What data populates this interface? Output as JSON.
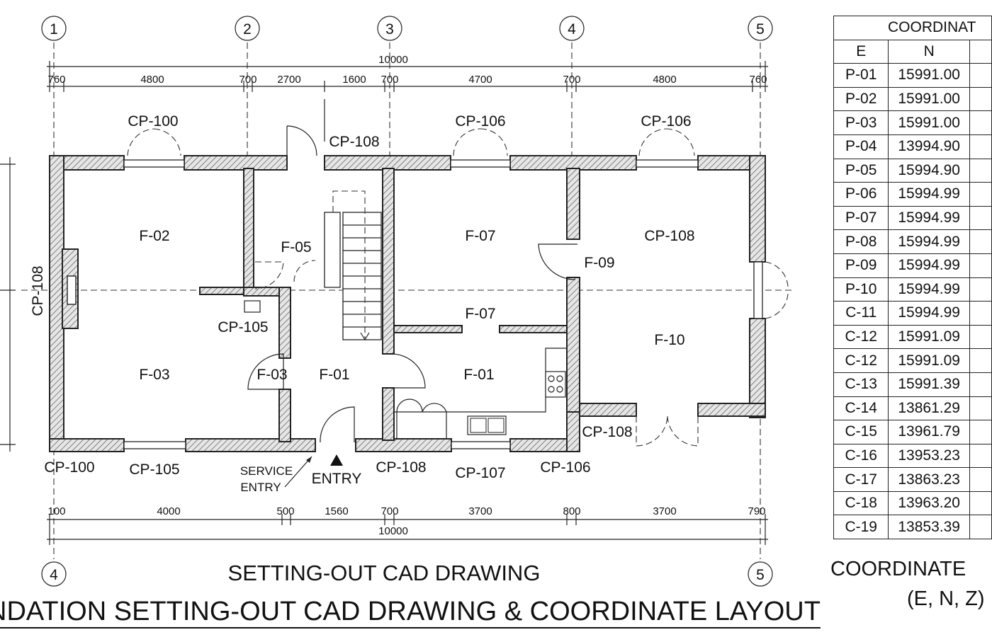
{
  "drawing": {
    "grid_top": [
      "1",
      "2",
      "3",
      "4",
      "5"
    ],
    "grid_bottom": [
      "4",
      "5"
    ],
    "overall_top": "10000",
    "overall_bottom": "10000",
    "dims_top": [
      "760",
      "4800",
      "700",
      "2700",
      "1600",
      "700",
      "4700",
      "700",
      "4800",
      "760"
    ],
    "dims_bottom": [
      "100",
      "4000",
      "500",
      "1560",
      "700",
      "3700",
      "800",
      "3700",
      "790"
    ],
    "rooms": {
      "f02": "F-02",
      "f03": "F-03",
      "f03b": "F-03",
      "f01a": "F-01",
      "f01b": "F-01",
      "f05": "F-05",
      "f07a": "F-07",
      "f07b": "F-07",
      "f09": "F-09",
      "f10": "F-10",
      "cp108_room": "CP-108"
    },
    "tags": {
      "cp100_top": "CP-100",
      "cp106_top_a": "CP-106",
      "cp106_top_b": "CP-106",
      "cp108_top": "CP-108",
      "cp108_left": "CP-108",
      "cp105_mid": "CP-105",
      "cp100_bot": "CP-100",
      "cp105_bot": "CP-105",
      "cp108_bot": "CP-108",
      "cp107_bot": "CP-107",
      "cp106_bot": "CP-106",
      "cp108_right": "CP-108"
    },
    "service_entry_1": "SERVICE",
    "service_entry_2": "ENTRY",
    "entry": "ENTRY",
    "caption": "SETTING-OUT CAD DRAWING"
  },
  "table": {
    "title": "COORDINAT",
    "headers": [
      "E",
      "N"
    ],
    "rows": [
      [
        "P-01",
        "15991.00"
      ],
      [
        "P-02",
        "15991.00"
      ],
      [
        "P-03",
        "15991.00"
      ],
      [
        "P-04",
        "13994.90"
      ],
      [
        "P-05",
        "15994.90"
      ],
      [
        "P-06",
        "15994.99"
      ],
      [
        "P-07",
        "15994.99"
      ],
      [
        "P-08",
        "15994.99"
      ],
      [
        "P-09",
        "15994.99"
      ],
      [
        "P-10",
        "15994.99"
      ],
      [
        "C-11",
        "15994.99"
      ],
      [
        "C-12",
        "15991.09"
      ],
      [
        "C-12",
        "15991.09"
      ],
      [
        "C-13",
        "15991.39"
      ],
      [
        "C-14",
        "13861.29"
      ],
      [
        "C-15",
        "13961.79"
      ],
      [
        "C-16",
        "13953.23"
      ],
      [
        "C-17",
        "13863.23"
      ],
      [
        "C-18",
        "13963.20"
      ],
      [
        "C-19",
        "13853.39"
      ]
    ],
    "caption_line1": "COORDINATE",
    "caption_line2": "(E, N, Z)"
  },
  "title": "NDATION SETTING-OUT CAD DRAWING & COORDINATE LAYOUT"
}
